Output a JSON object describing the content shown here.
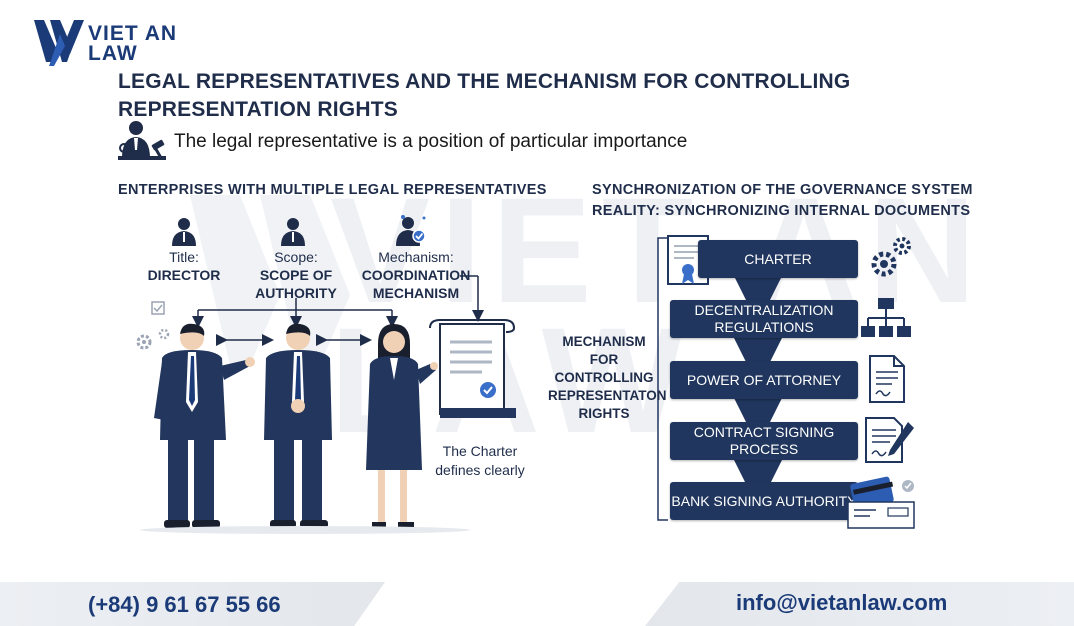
{
  "brand": {
    "line1": "VIET AN",
    "line2": "LAW",
    "watermark_line1": "VIET AN",
    "watermark_line2": "LAW",
    "primary_color": "#1b3a78",
    "dark_color": "#20365e"
  },
  "title": "LEGAL REPRESENTATIVES AND THE MECHANISM FOR CONTROLLING REPRESENTATION RIGHTS",
  "subtitle": "The legal representative is a position of particular importance",
  "left_section": {
    "heading": "ENTERPRISES WITH MULTIPLE LEGAL REPRESENTATIVES",
    "roles": [
      {
        "label": "Title:",
        "value": "DIRECTOR"
      },
      {
        "label": "Scope:",
        "value_line1": "SCOPE OF",
        "value_line2": "AUTHORITY"
      },
      {
        "label": "Mechanism:",
        "value_line1": "COORDINATION",
        "value_line2": "MECHANISM"
      }
    ],
    "charter_note_line1": "The Charter",
    "charter_note_line2": "defines clearly"
  },
  "right_section": {
    "heading_line1": "SYNCHRONIZATION OF THE GOVERNANCE SYSTEM",
    "heading_line2": "REALITY: SYNCHRONIZING INTERNAL DOCUMENTS",
    "mechanism_label": [
      "MECHANISM",
      "FOR",
      "CONTROLLING",
      "REPRESENTATON",
      "RIGHTS"
    ],
    "steps": [
      {
        "label": "CHARTER"
      },
      {
        "label_line1": "DECENTRALIZATION",
        "label_line2": "REGULATIONS"
      },
      {
        "label": "POWER OF ATTORNEY"
      },
      {
        "label": "CONTRACT SIGNING PROCESS"
      },
      {
        "label": "BANK SIGNING AUTHORITY"
      }
    ]
  },
  "footer": {
    "phone": "(+84) 9 61 67 55 66",
    "email": "info@vietanlaw.com"
  }
}
